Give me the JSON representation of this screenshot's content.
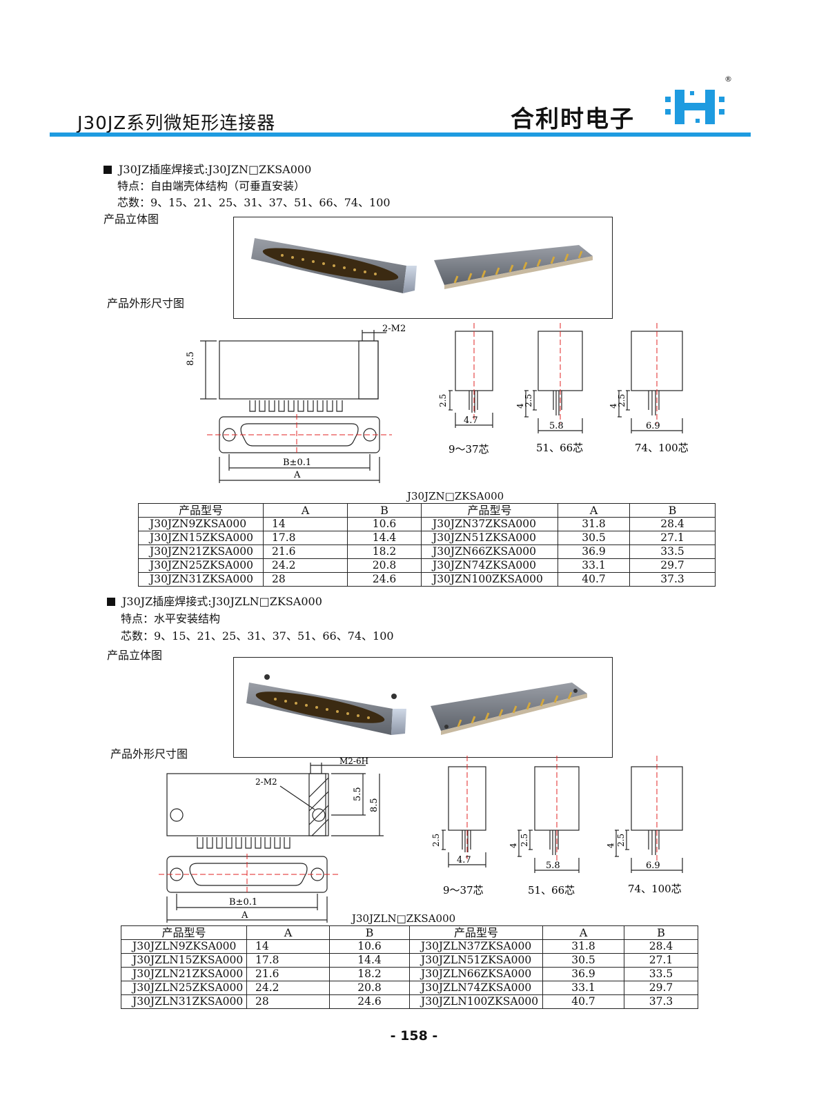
{
  "header": {
    "title": "J30JZ系列微矩形连接器",
    "company": "合利时电子",
    "registered": "®"
  },
  "section1": {
    "heading": "J30JZ插座焊接式:J30JZN□ZKSA000",
    "feature": "特点：自由端壳体结构（可垂直安装）",
    "pins": "芯数：9、15、21、25、31、37、51、66、74、100",
    "photo_label": "产品立体图",
    "drawing_label": "产品外形尺寸图",
    "dims": {
      "m2": "2-M2",
      "h": "8.5",
      "b": "B±0.1",
      "a": "A",
      "d25": "2.5",
      "d4": "4",
      "w1": "4.7",
      "w2": "5.8",
      "w3": "6.9",
      "c1": "9～37芯",
      "c2": "51、66芯",
      "c3": "74、100芯"
    },
    "table_title": "J30JZN□ZKSA000",
    "headers": [
      "产品型号",
      "A",
      "B",
      "产品型号",
      "A",
      "B"
    ],
    "rows": [
      [
        "J30JZN9ZKSA000",
        "14",
        "10.6",
        "J30JZN37ZKSA000",
        "31.8",
        "28.4"
      ],
      [
        "J30JZN15ZKSA000",
        "17.8",
        "14.4",
        "J30JZN51ZKSA000",
        "30.5",
        "27.1"
      ],
      [
        "J30JZN21ZKSA000",
        "21.6",
        "18.2",
        "J30JZN66ZKSA000",
        "36.9",
        "33.5"
      ],
      [
        "J30JZN25ZKSA000",
        "24.2",
        "20.8",
        "J30JZN74ZKSA000",
        "33.1",
        "29.7"
      ],
      [
        "J30JZN31ZKSA000",
        "28",
        "24.6",
        "J30JZN100ZKSA000",
        "40.7",
        "37.3"
      ]
    ]
  },
  "section2": {
    "heading": "J30JZ插座焊接式:J30JZLN□ZKSA000",
    "feature": "特点：水平安装结构",
    "pins": "芯数：9、15、21、25、31、37、51、66、74、100",
    "photo_label": "产品立体图",
    "drawing_label": "产品外形尺寸图",
    "dims": {
      "m26h": "M2-6H",
      "m2": "2-M2",
      "h55": "5.5",
      "h": "8.5",
      "b": "B±0.1",
      "a": "A",
      "d25": "2.5",
      "d4": "4",
      "w1": "4.7",
      "w2": "5.8",
      "w3": "6.9",
      "c1": "9～37芯",
      "c2": "51、66芯",
      "c3": "74、100芯"
    },
    "table_title": "J30JZLN□ZKSA000",
    "headers": [
      "产品型号",
      "A",
      "B",
      "产品型号",
      "A",
      "B"
    ],
    "rows": [
      [
        "J30JZLN9ZKSA000",
        "14",
        "10.6",
        "J30JZLN37ZKSA000",
        "31.8",
        "28.4"
      ],
      [
        "J30JZLN15ZKSA000",
        "17.8",
        "14.4",
        "J30JZLN51ZKSA000",
        "30.5",
        "27.1"
      ],
      [
        "J30JZLN21ZKSA000",
        "21.6",
        "18.2",
        "J30JZLN66ZKSA000",
        "36.9",
        "33.5"
      ],
      [
        "J30JZLN25ZKSA000",
        "24.2",
        "20.8",
        "J30JZLN74ZKSA000",
        "33.1",
        "29.7"
      ],
      [
        "J30JZLN31ZKSA000",
        "28",
        "24.6",
        "J30JZLN100ZKSA000",
        "40.7",
        "37.3"
      ]
    ]
  },
  "page_number": "- 158 -",
  "colors": {
    "accent": "#1e9be0",
    "logo": "#1e9be0"
  }
}
